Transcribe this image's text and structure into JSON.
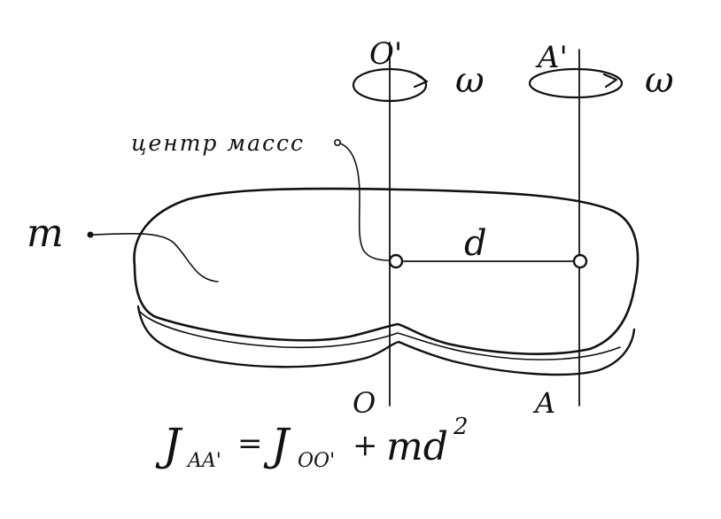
{
  "diagram": {
    "labels": {
      "axis_o_top": "O'",
      "axis_a_top": "A'",
      "omega_left": "ω",
      "omega_right": "ω",
      "center_of_mass": "центр массс",
      "mass": "m",
      "distance": "d",
      "axis_o_bottom": "O",
      "axis_a_bottom": "A"
    },
    "formula": {
      "lhs": "J",
      "lhs_sub": "AA'",
      "equals": "=",
      "term1": "J",
      "term1_sub": "OO'",
      "plus": "+",
      "term2": "md",
      "term2_sup": "2"
    },
    "colors": {
      "ink": "#111111",
      "background": "#ffffff"
    }
  }
}
